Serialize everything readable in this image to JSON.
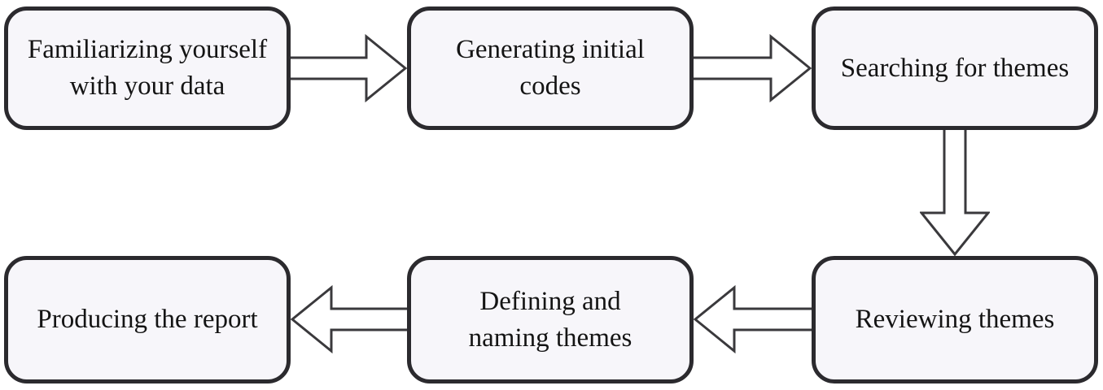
{
  "colors": {
    "background": "#ffffff",
    "box_fill": "#f7f6fa",
    "box_border": "#2b2a2e",
    "arrow_stroke": "#3a393c",
    "text": "#141414"
  },
  "boxes": [
    {
      "label": "Familiarizing yourself\nwith your data"
    },
    {
      "label": "Generating initial\ncodes"
    },
    {
      "label": "Searching for themes"
    },
    {
      "label": "Reviewing themes"
    },
    {
      "label": "Defining and\nnaming themes"
    },
    {
      "label": "Producing the report"
    }
  ],
  "connections": [
    {
      "from": 1,
      "to": 2,
      "direction": "right"
    },
    {
      "from": 2,
      "to": 3,
      "direction": "right"
    },
    {
      "from": 3,
      "to": 4,
      "direction": "down"
    },
    {
      "from": 4,
      "to": 5,
      "direction": "left"
    },
    {
      "from": 5,
      "to": 6,
      "direction": "left"
    }
  ]
}
